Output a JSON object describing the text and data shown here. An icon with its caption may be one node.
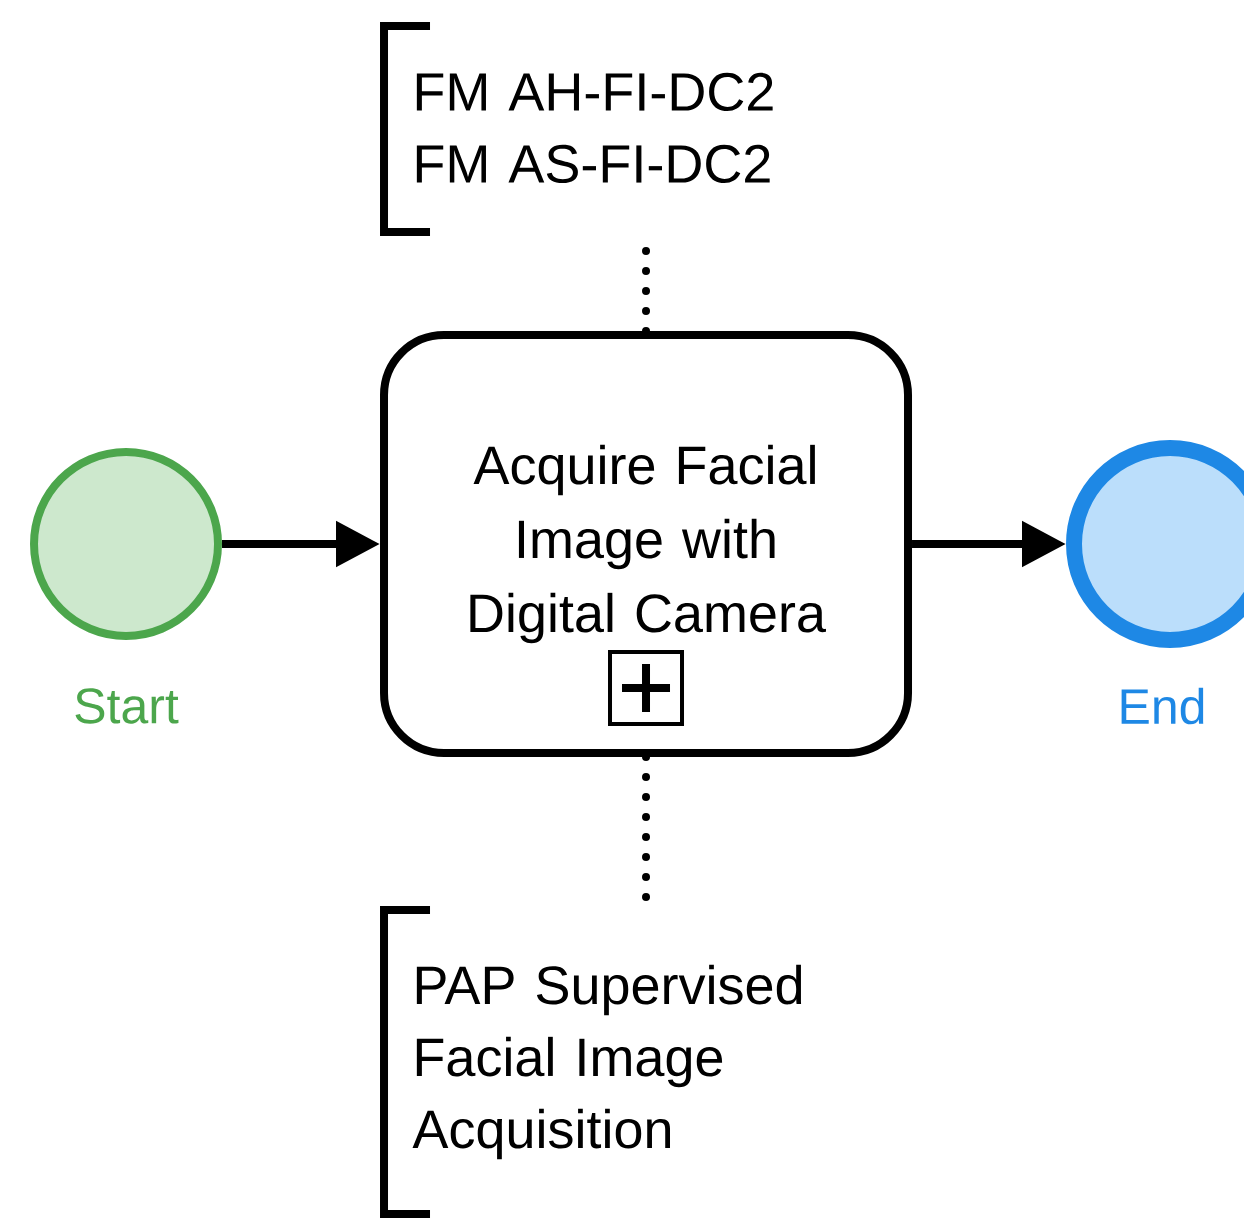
{
  "diagram": {
    "nodes": [
      {
        "text": [],
        "shape": "circle",
        "beside": [
          "Start"
        ]
      },
      {
        "text": [
          "Acquire Facial Image with Digital Camera"
        ]
      },
      {
        "text": [],
        "shape": "circle",
        "beside": [
          "End"
        ]
      },
      {
        "text": [
          "FM AH-FI-DC2",
          "FM AS-FI-DC2"
        ]
      },
      {
        "text": [
          "PAP Supervised Facial Image Acquisition"
        ]
      }
    ],
    "edges": [
      {
        "from": 0,
        "to": 1,
        "arrow": "to"
      },
      {
        "from": 1,
        "to": 2,
        "arrow": "to"
      },
      {
        "from": 1,
        "to": 3,
        "arrow": "none",
        "style": "dashed"
      },
      {
        "from": 1,
        "to": 4,
        "arrow": "none",
        "style": "dashed"
      }
    ]
  }
}
